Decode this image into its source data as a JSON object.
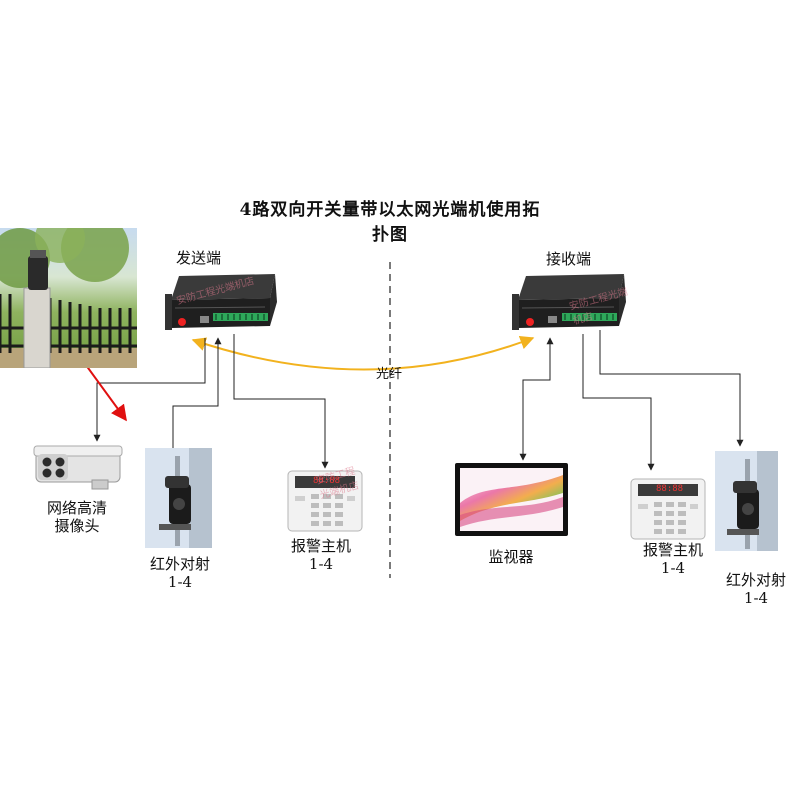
{
  "title_line1": "4路双向开关量带以太网光端机使用拓",
  "title_line2": "扑图",
  "sender_label": "发送端",
  "receiver_label": "接收端",
  "fiber_label": "光纤",
  "camera_label_line1": "网络高清",
  "camera_label_line2": "摄像头",
  "ir_left_line1": "红外对射",
  "ir_left_line2": "1-4",
  "alarm_left_line1": "报警主机",
  "alarm_left_line2": "1-4",
  "monitor_label": "监视器",
  "alarm_right_line1": "报警主机",
  "alarm_right_line2": "1-4",
  "ir_right_line1": "红外对射",
  "ir_right_line2": "1-4",
  "watermark_text": "安防工程光端机店",
  "alarm_display": "88:88",
  "colors": {
    "fiber": "#f2b21e",
    "wire": "#222222",
    "laser": "#e01010",
    "device": "#222222",
    "terminal": "#2ea85a"
  }
}
